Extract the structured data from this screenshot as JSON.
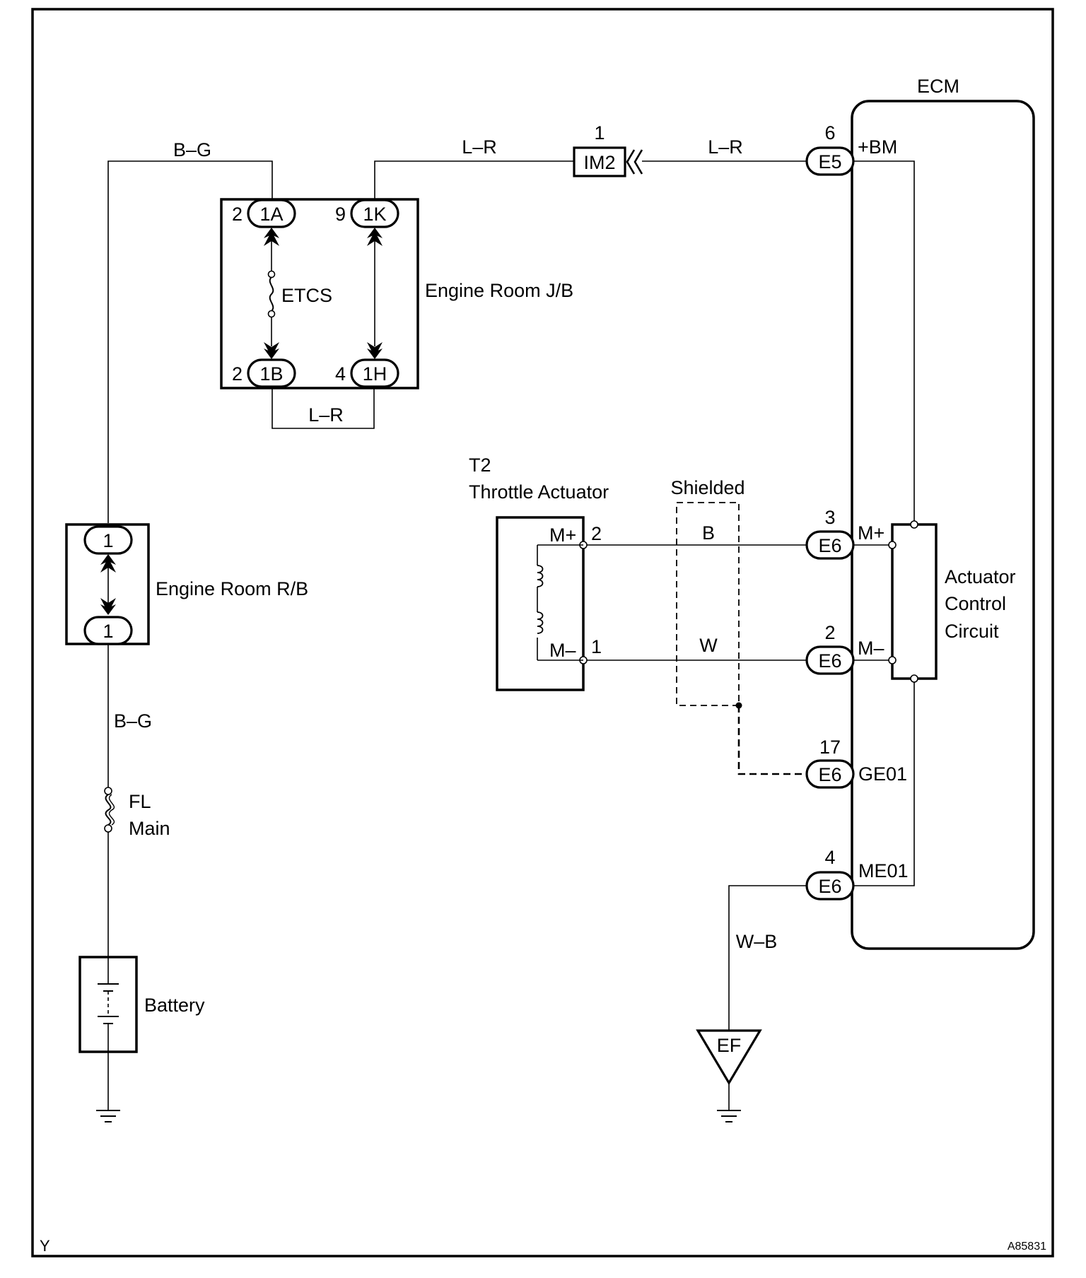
{
  "figure_id": "A85831",
  "corner_mark": "Y",
  "components": {
    "ecm": {
      "name": "ECM"
    },
    "jb": {
      "name": "Engine Room J/B",
      "fuse": "ETCS",
      "connectors": {
        "c1a": {
          "pin": "2",
          "code": "1A"
        },
        "c1k": {
          "pin": "9",
          "code": "1K"
        },
        "c1b": {
          "pin": "2",
          "code": "1B"
        },
        "c1h": {
          "pin": "4",
          "code": "1H"
        }
      }
    },
    "rb": {
      "name": "Engine Room R/B",
      "top_pin": "1",
      "bottom_pin": "1"
    },
    "fuse": {
      "line1": "FL",
      "line2": "Main"
    },
    "battery": {
      "name": "Battery"
    },
    "throttle": {
      "code": "T2",
      "name": "Throttle Actuator",
      "pin_plus": "M+",
      "pin_plus_num": "2",
      "pin_minus": "M–",
      "pin_minus_num": "1"
    },
    "im2": {
      "pin": "1",
      "code": "IM2"
    },
    "actuator": {
      "line1": "Actuator",
      "line2": "Control",
      "line3": "Circuit"
    },
    "ground_point": {
      "code": "EF"
    },
    "shield_label": "Shielded"
  },
  "wires": {
    "bg_top": "B–G",
    "lr_left": "L–R",
    "lr_right": "L–R",
    "lr_jb": "L–R",
    "bg_bottom": "B–G",
    "b": "B",
    "w": "W",
    "wb": "W–B"
  },
  "ecm_connectors": [
    {
      "pin": "6",
      "code": "E5",
      "terminal": "+BM"
    },
    {
      "pin": "3",
      "code": "E6",
      "terminal": "M+"
    },
    {
      "pin": "2",
      "code": "E6",
      "terminal": "M–"
    },
    {
      "pin": "17",
      "code": "E6",
      "terminal": "GE01"
    },
    {
      "pin": "4",
      "code": "E6",
      "terminal": "ME01"
    }
  ]
}
